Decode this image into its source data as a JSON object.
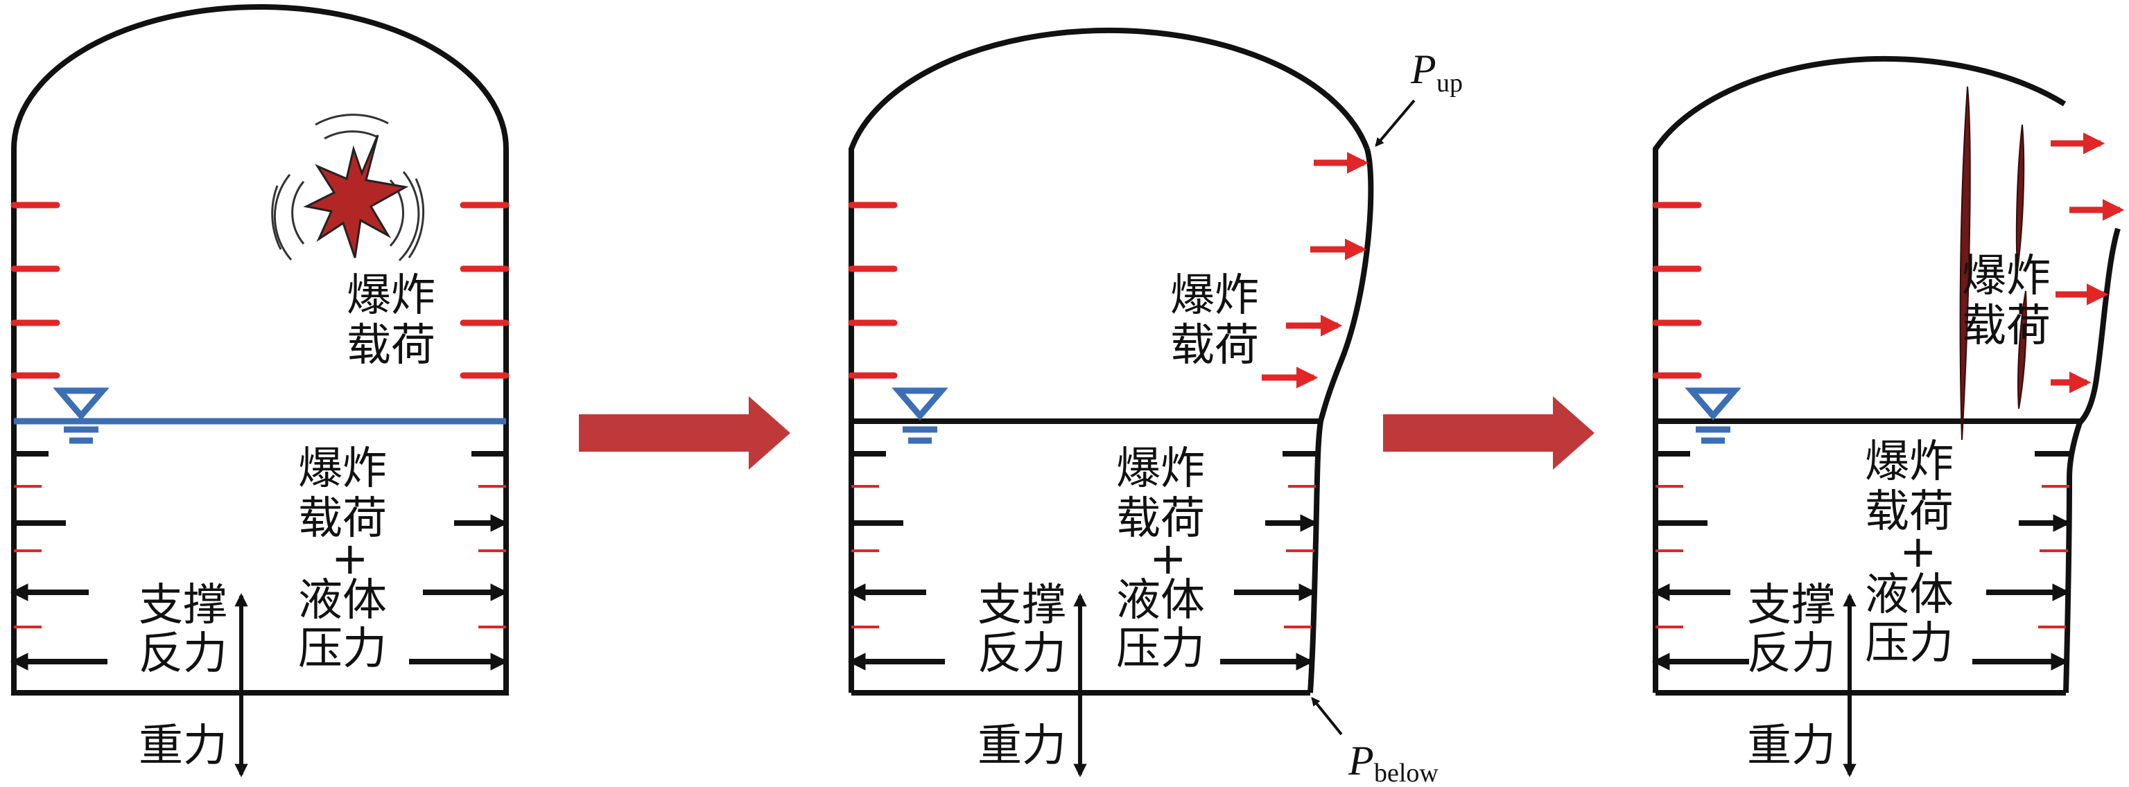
{
  "colors": {
    "outline": "#111111",
    "load_arrow": "#e02626",
    "water_line": "#3c6eb4",
    "transition_arrow": "#c0393a",
    "blast": "#b32626",
    "crack": "#6a1a1a"
  },
  "icons": {
    "water_level": "inverted-triangle-water-symbol",
    "explosion": "explosion-burst-icon"
  },
  "panel1": {
    "blast_load_upper_1": "爆炸",
    "blast_load_upper_2": "载荷",
    "blast_load_lower_1": "爆炸",
    "blast_load_lower_2": "载荷",
    "plus": "+",
    "liquid_pressure_1": "液体",
    "liquid_pressure_2": "压力",
    "support_1": "支撑",
    "support_2": "反力",
    "gravity": "重力"
  },
  "panel2": {
    "blast_load_upper_1": "爆炸",
    "blast_load_upper_2": "载荷",
    "blast_load_lower_1": "爆炸",
    "blast_load_lower_2": "载荷",
    "plus": "+",
    "liquid_pressure_1": "液体",
    "liquid_pressure_2": "压力",
    "support_1": "支撑",
    "support_2": "反力",
    "gravity": "重力",
    "p_up_symbol": "P",
    "p_up_sub": "up",
    "p_below_symbol": "P",
    "p_below_sub": "below"
  },
  "panel3": {
    "blast_load_upper_1": "爆炸",
    "blast_load_upper_2": "载荷",
    "blast_load_lower_1": "爆炸",
    "blast_load_lower_2": "载荷",
    "plus": "+",
    "liquid_pressure_1": "液体",
    "liquid_pressure_2": "压力",
    "support_1": "支撑",
    "support_2": "反力",
    "gravity": "重力"
  }
}
